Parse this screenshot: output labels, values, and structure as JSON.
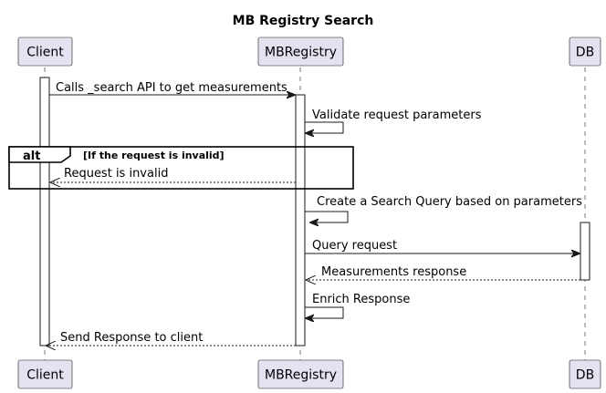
{
  "diagram": {
    "title": "MB Registry Search",
    "participants": [
      {
        "id": "client",
        "label": "Client"
      },
      {
        "id": "registry",
        "label": "MBRegistry"
      },
      {
        "id": "db",
        "label": "DB"
      }
    ],
    "messages": [
      {
        "label": "Calls _search API to get measurements",
        "from": "client",
        "to": "registry",
        "style": "solid"
      },
      {
        "label": "Validate request parameters",
        "from": "registry",
        "to": "registry",
        "style": "solid"
      },
      {
        "label": "Request is invalid",
        "from": "registry",
        "to": "client",
        "style": "dashed"
      },
      {
        "label": "Create a Search Query based on parameters",
        "from": "registry",
        "to": "registry",
        "style": "solid"
      },
      {
        "label": "Query request",
        "from": "registry",
        "to": "db",
        "style": "solid"
      },
      {
        "label": "Measurements response",
        "from": "db",
        "to": "registry",
        "style": "dashed"
      },
      {
        "label": "Enrich Response",
        "from": "registry",
        "to": "registry",
        "style": "solid"
      },
      {
        "label": "Send Response to client",
        "from": "registry",
        "to": "client",
        "style": "dashed"
      }
    ],
    "alt_fragment": {
      "keyword": "alt",
      "guard": "[If the request is invalid]"
    }
  }
}
